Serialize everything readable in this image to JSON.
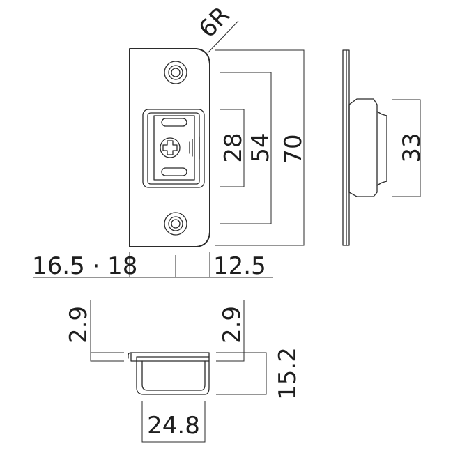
{
  "dimensions": {
    "radius": "6R",
    "slot_height": "28",
    "screw_spacing": "54",
    "plate_height": "70",
    "box_height": "33",
    "backset": "16.5 · 18",
    "plate_width": "12.5",
    "lip_left": "2.9",
    "lip_right": "2.9",
    "box_depth": "15.2",
    "box_width": "24.8"
  }
}
